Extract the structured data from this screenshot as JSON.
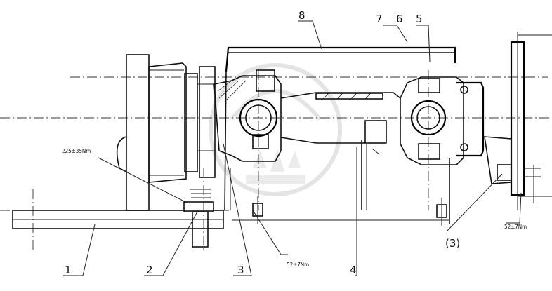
{
  "callouts": {
    "c1": "1",
    "c2": "2",
    "c3": "3",
    "c4": "4",
    "c5": "5",
    "c6": "6",
    "c7": "7",
    "c8": "8",
    "c3b": "(3)"
  },
  "torques": {
    "t1": "225±35Nm",
    "t2": "52±7Nm",
    "t3": "52±7Nm"
  },
  "watermark": {
    "text": "ЧАЗ"
  }
}
